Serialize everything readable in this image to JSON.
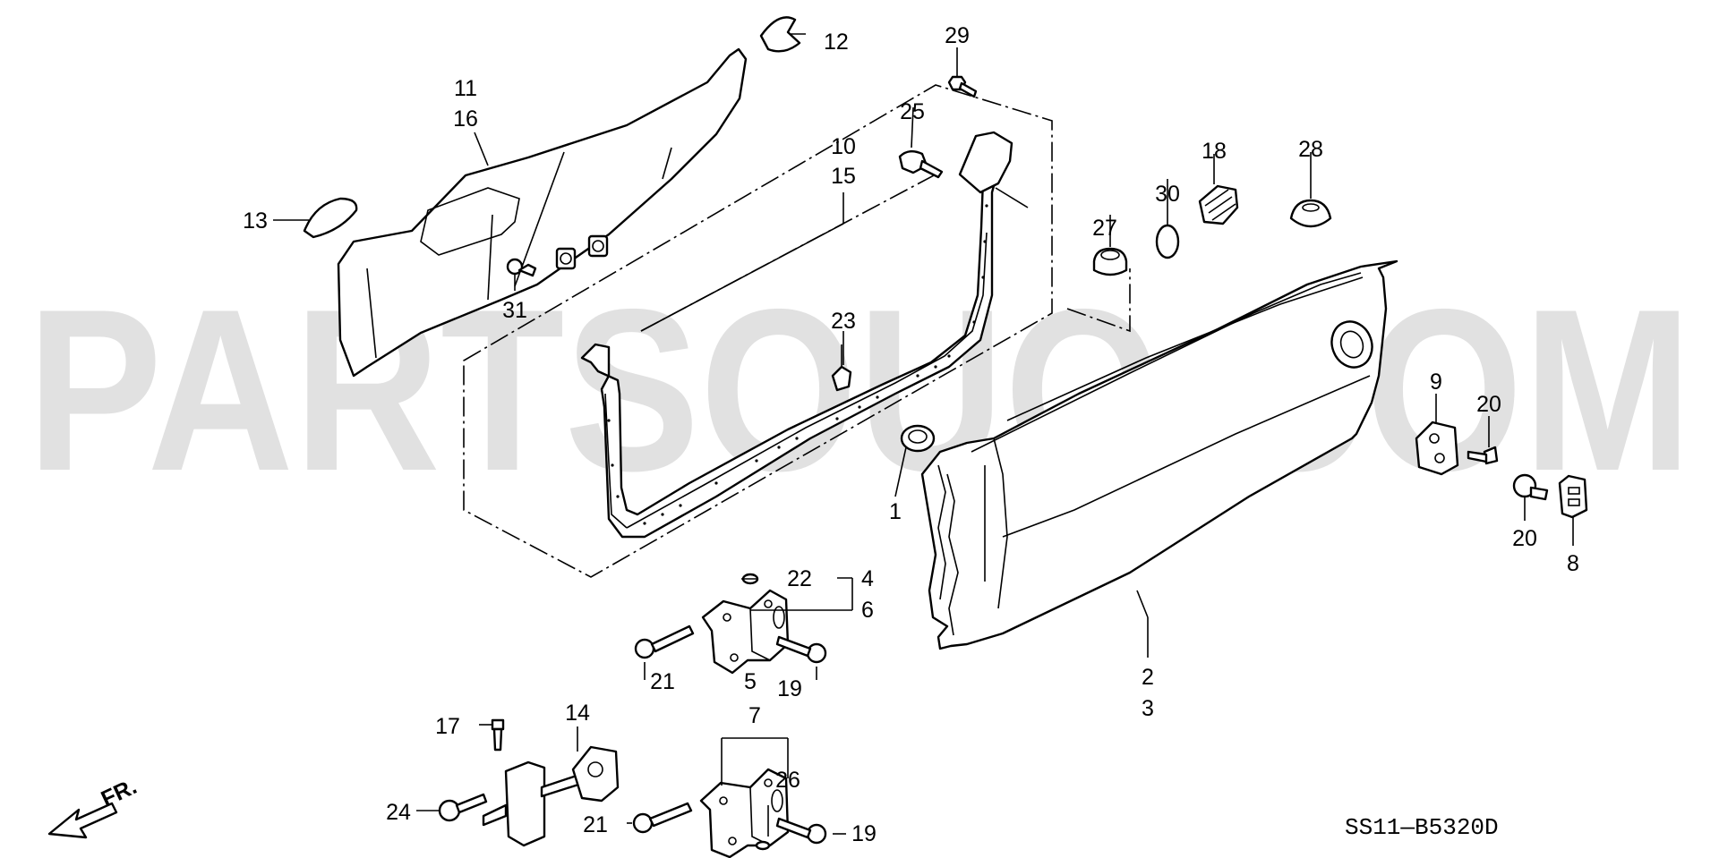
{
  "diagram": {
    "watermark": "PARTSOUQ.COM",
    "diagram_code": "SS11—B5320D",
    "direction_label": "FR.",
    "labels": [
      {
        "id": "p1",
        "text": "1"
      },
      {
        "id": "p2",
        "text": "2"
      },
      {
        "id": "p3",
        "text": "3"
      },
      {
        "id": "p4",
        "text": "4"
      },
      {
        "id": "p5",
        "text": "5"
      },
      {
        "id": "p6",
        "text": "6"
      },
      {
        "id": "p7",
        "text": "7"
      },
      {
        "id": "p8",
        "text": "8"
      },
      {
        "id": "p9",
        "text": "9"
      },
      {
        "id": "p10",
        "text": "10"
      },
      {
        "id": "p11",
        "text": "11"
      },
      {
        "id": "p12",
        "text": "12"
      },
      {
        "id": "p13",
        "text": "13"
      },
      {
        "id": "p14",
        "text": "14"
      },
      {
        "id": "p15",
        "text": "15"
      },
      {
        "id": "p16",
        "text": "16"
      },
      {
        "id": "p17",
        "text": "17"
      },
      {
        "id": "p18",
        "text": "18"
      },
      {
        "id": "p19a",
        "text": "19"
      },
      {
        "id": "p19b",
        "text": "19"
      },
      {
        "id": "p20a",
        "text": "20"
      },
      {
        "id": "p20b",
        "text": "20"
      },
      {
        "id": "p21a",
        "text": "21"
      },
      {
        "id": "p21b",
        "text": "21"
      },
      {
        "id": "p22",
        "text": "22"
      },
      {
        "id": "p23",
        "text": "23"
      },
      {
        "id": "p24",
        "text": "24"
      },
      {
        "id": "p25",
        "text": "25"
      },
      {
        "id": "p26",
        "text": "26"
      },
      {
        "id": "p27",
        "text": "27"
      },
      {
        "id": "p28",
        "text": "28"
      },
      {
        "id": "p29",
        "text": "29"
      },
      {
        "id": "p30",
        "text": "30"
      },
      {
        "id": "p31",
        "text": "31"
      }
    ]
  }
}
